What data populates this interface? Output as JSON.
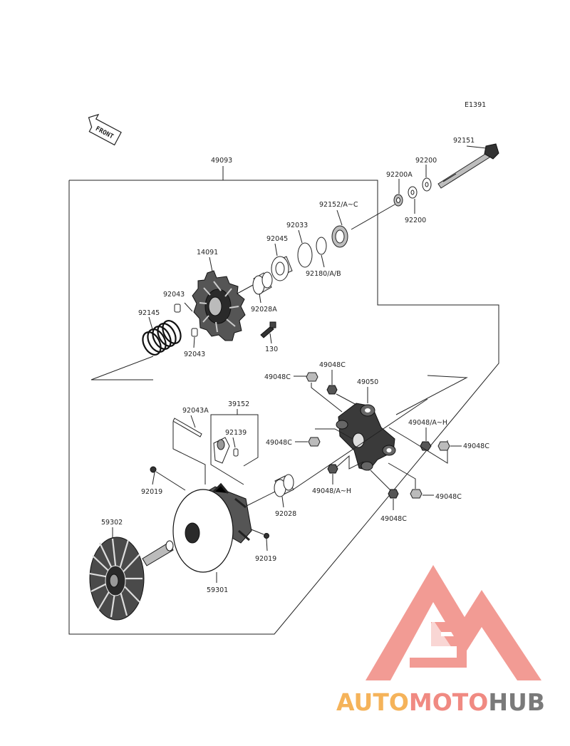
{
  "diagram": {
    "code": "E1391",
    "front": "FRONT",
    "labels": {
      "p49093": "49093",
      "p92151": "92151",
      "p92200a": "92200",
      "p92200a2": "92200A",
      "p92200b": "92200",
      "p92152": "92152/A~C",
      "p92033": "92033",
      "p92045": "92045",
      "p92180": "92180/A/B",
      "p14091": "14091",
      "p92043a": "92043",
      "p92028a": "92028A",
      "p92145": "92145",
      "p130": "130",
      "p92043b": "92043",
      "p49048c_1": "49048C",
      "p49048c_2": "49048C",
      "p49050": "49050",
      "p92043A": "92043A",
      "p39152": "39152",
      "p92139": "92139",
      "p49048c_3": "49048C",
      "p49048ah_1": "49048/A~H",
      "p49048c_4": "49048C",
      "p92019a": "92019",
      "p49048ah_2": "49048/A~H",
      "p49048c_5": "49048C",
      "p92028": "92028",
      "p49048c_6": "49048C",
      "p59302": "59302",
      "p92019b": "92019",
      "p59301": "59301"
    }
  },
  "watermark": {
    "part1": "AUTO",
    "part2": "MOTO",
    "part3": "HUB",
    "color1": "#f5b35a",
    "color2": "#f08a82",
    "color3": "#7a7a7a",
    "logo_color": "#f08a82"
  }
}
